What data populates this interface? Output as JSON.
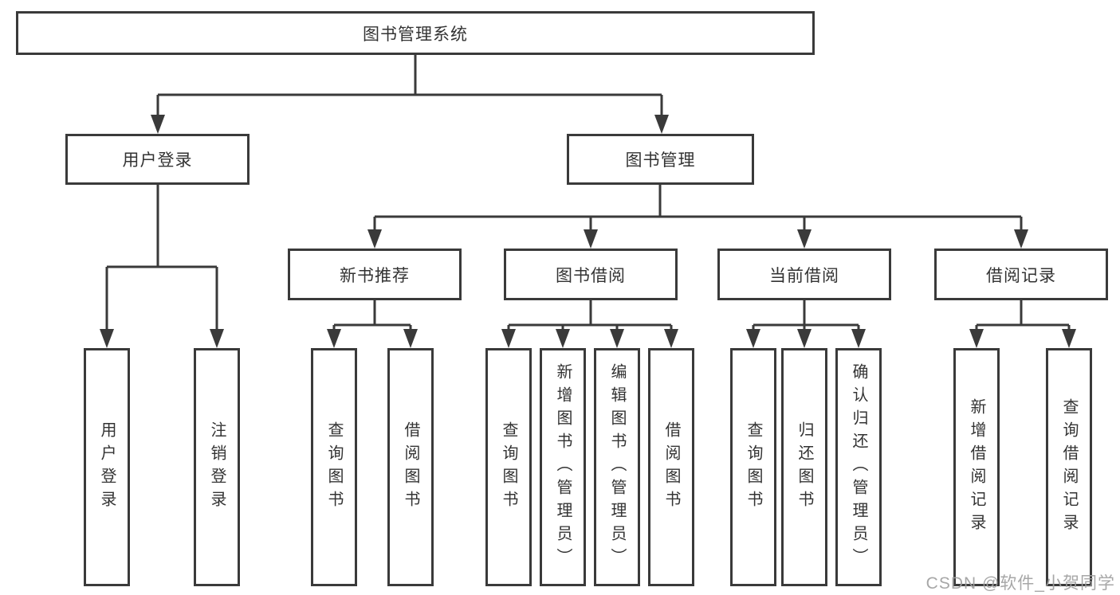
{
  "diagram": {
    "title_node": "图书管理系统",
    "branches": [
      {
        "label": "用户登录",
        "children": [
          "用户登录",
          "注销登录"
        ]
      },
      {
        "label": "图书管理",
        "sections": [
          {
            "label": "新书推荐",
            "children": [
              "查询图书",
              "借阅图书"
            ]
          },
          {
            "label": "图书借阅",
            "children": [
              "查询图书",
              "新增图书（管理员）",
              "编辑图书（管理员）",
              "借阅图书"
            ]
          },
          {
            "label": "当前借阅",
            "children": [
              "查询图书",
              "归还图书",
              "确认归还（管理员）"
            ]
          },
          {
            "label": "借阅记录",
            "children": [
              "新增借阅记录",
              "查询借阅记录"
            ]
          }
        ]
      }
    ]
  },
  "watermark": "CSDN @软件_小贺同学",
  "colors": {
    "line": "#3a3a3a",
    "text": "#333333",
    "watermark": "#a0a0a0",
    "background": "#ffffff"
  }
}
